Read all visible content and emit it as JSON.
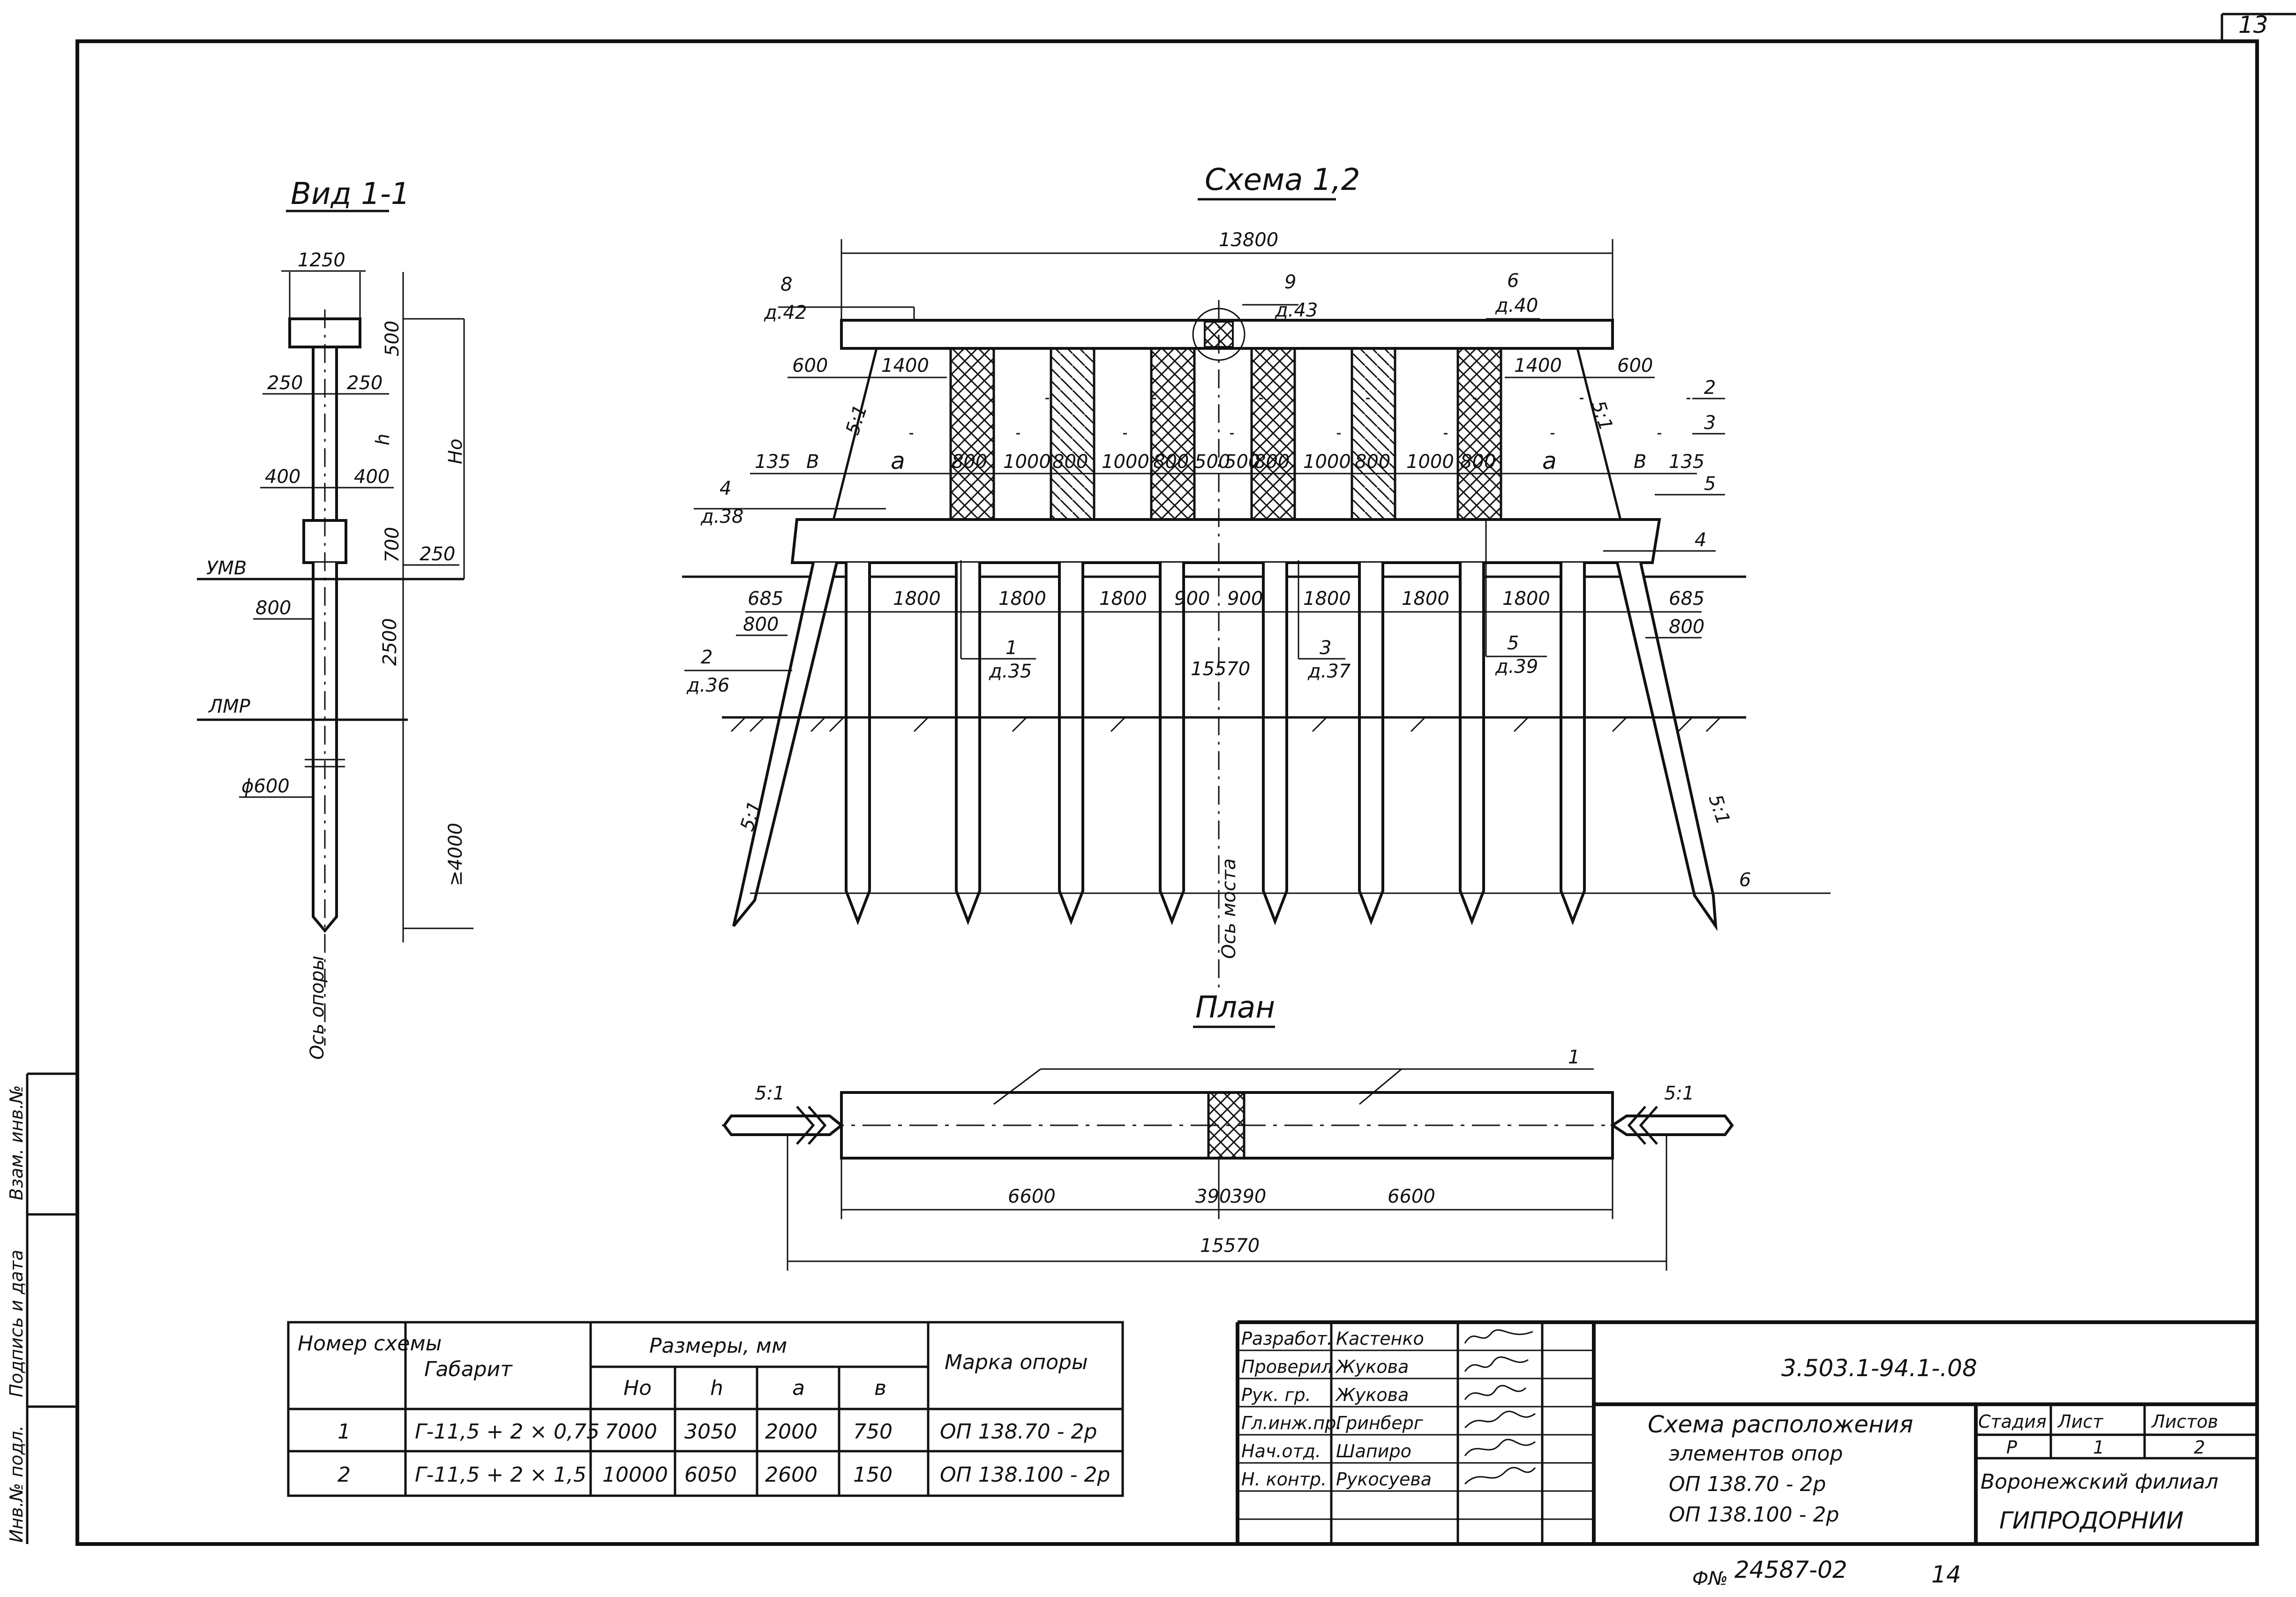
{
  "sheet": {
    "page_number": "13",
    "doc_code": "3.503.1-94.1-.08",
    "footer_number": "24587-02",
    "footer_page": "14",
    "footer_prefix": "Ф№",
    "vertical_strip": {
      "inv_podl": "Инв.№ подл.",
      "podpis": "Подпись и дата",
      "vzam": "Взам. инв.№"
    }
  },
  "view1": {
    "title": "Вид 1-1",
    "dims": {
      "d1250": "1250",
      "d500": "500",
      "d250a": "250",
      "d250b": "250",
      "h": "h",
      "ho": "Hо",
      "d400a": "400",
      "d400b": "400",
      "d700": "700",
      "d250c": "250",
      "umv": "УМВ",
      "d800": "800",
      "d2500": "2500",
      "lmr": "ЛМР",
      "phi600": "ϕ600",
      "ge4000": "≥4000",
      "axis": "Ось опоры"
    }
  },
  "scheme": {
    "title": "Схема 1,2",
    "d13800": "13800",
    "labels": {
      "n8": "8",
      "d42": "д.42",
      "n9": "9",
      "d43": "д.43",
      "n6a": "6",
      "d40": "д.40",
      "d600a": "600",
      "d1400a": "1400",
      "d1400b": "1400",
      "d600b": "600",
      "n2r": "2",
      "n3r": "3",
      "slope_l": "5:1",
      "slope_r": "5:1",
      "d135a": "135",
      "b1": "В",
      "a1": "а",
      "a2": "а",
      "b2": "В",
      "d135b": "135",
      "n5r": "5",
      "n4l": "4",
      "d38": "д.38",
      "n4r": "4",
      "d685a": "685",
      "d800a": "800",
      "d685b": "685",
      "d800b": "800",
      "n2l": "2",
      "d36": "д.36",
      "n1": "1",
      "d35": "д.35",
      "n3": "3",
      "d37": "д.37",
      "n5": "5",
      "d39": "д.39",
      "d15570": "15570",
      "slope_ll": "5:1",
      "slope_rr": "5:1",
      "n6b": "6",
      "axis": "Ось моста"
    },
    "cap_dims": [
      "800",
      "1000",
      "800",
      "1000",
      "800",
      "500",
      "500",
      "800",
      "1000",
      "800",
      "1000",
      "800"
    ],
    "pile_dims": [
      "1800",
      "1800",
      "1800",
      "900",
      "900",
      "1800",
      "1800",
      "1800"
    ]
  },
  "plan": {
    "title": "План",
    "label_1": "1",
    "slope_l": "5:1",
    "slope_r": "5:1",
    "d6600a": "6600",
    "d390a": "390",
    "d390b": "390",
    "d6600b": "6600",
    "d15570": "15570"
  },
  "table": {
    "h_nomer": "Номер схемы",
    "h_gabarit": "Габарит",
    "h_razmery": "Размеры, мм",
    "h_ho": "Hо",
    "h_h": "h",
    "h_a": "а",
    "h_b": "в",
    "h_marka": "Марка опоры",
    "rows": [
      {
        "num": "1",
        "gabarit": "Г-11,5 + 2 × 0,75",
        "ho": "7000",
        "h": "3050",
        "a": "2000",
        "b": "750",
        "marka": "ОП 138.70 - 2р"
      },
      {
        "num": "2",
        "gabarit": "Г-11,5 + 2 × 1,5",
        "ho": "10000",
        "h": "6050",
        "a": "2600",
        "b": "150",
        "marka": "ОП 138.100 - 2р"
      }
    ]
  },
  "stamp": {
    "roles": [
      "Разработ.",
      "Проверил",
      "Рук. гр.",
      "Гл.инж.пр.",
      "Нач.отд.",
      "Н. контр."
    ],
    "names": [
      "Кастенко",
      "Жукова",
      "Жукова",
      "Гринберг",
      "Шапиро",
      "Рукосуева"
    ],
    "title_l1": "Схема расположения",
    "title_l2": "элементов опор",
    "title_l3": "ОП 138.70 - 2р",
    "title_l4": "ОП 138.100 - 2р",
    "h_stadia": "Стадия",
    "h_list": "Лист",
    "h_listov": "Листов",
    "v_stadia": "Р",
    "v_list": "1",
    "v_listov": "2",
    "org1": "Воронежский филиал",
    "org2": "ГИПРОДОРНИИ"
  }
}
